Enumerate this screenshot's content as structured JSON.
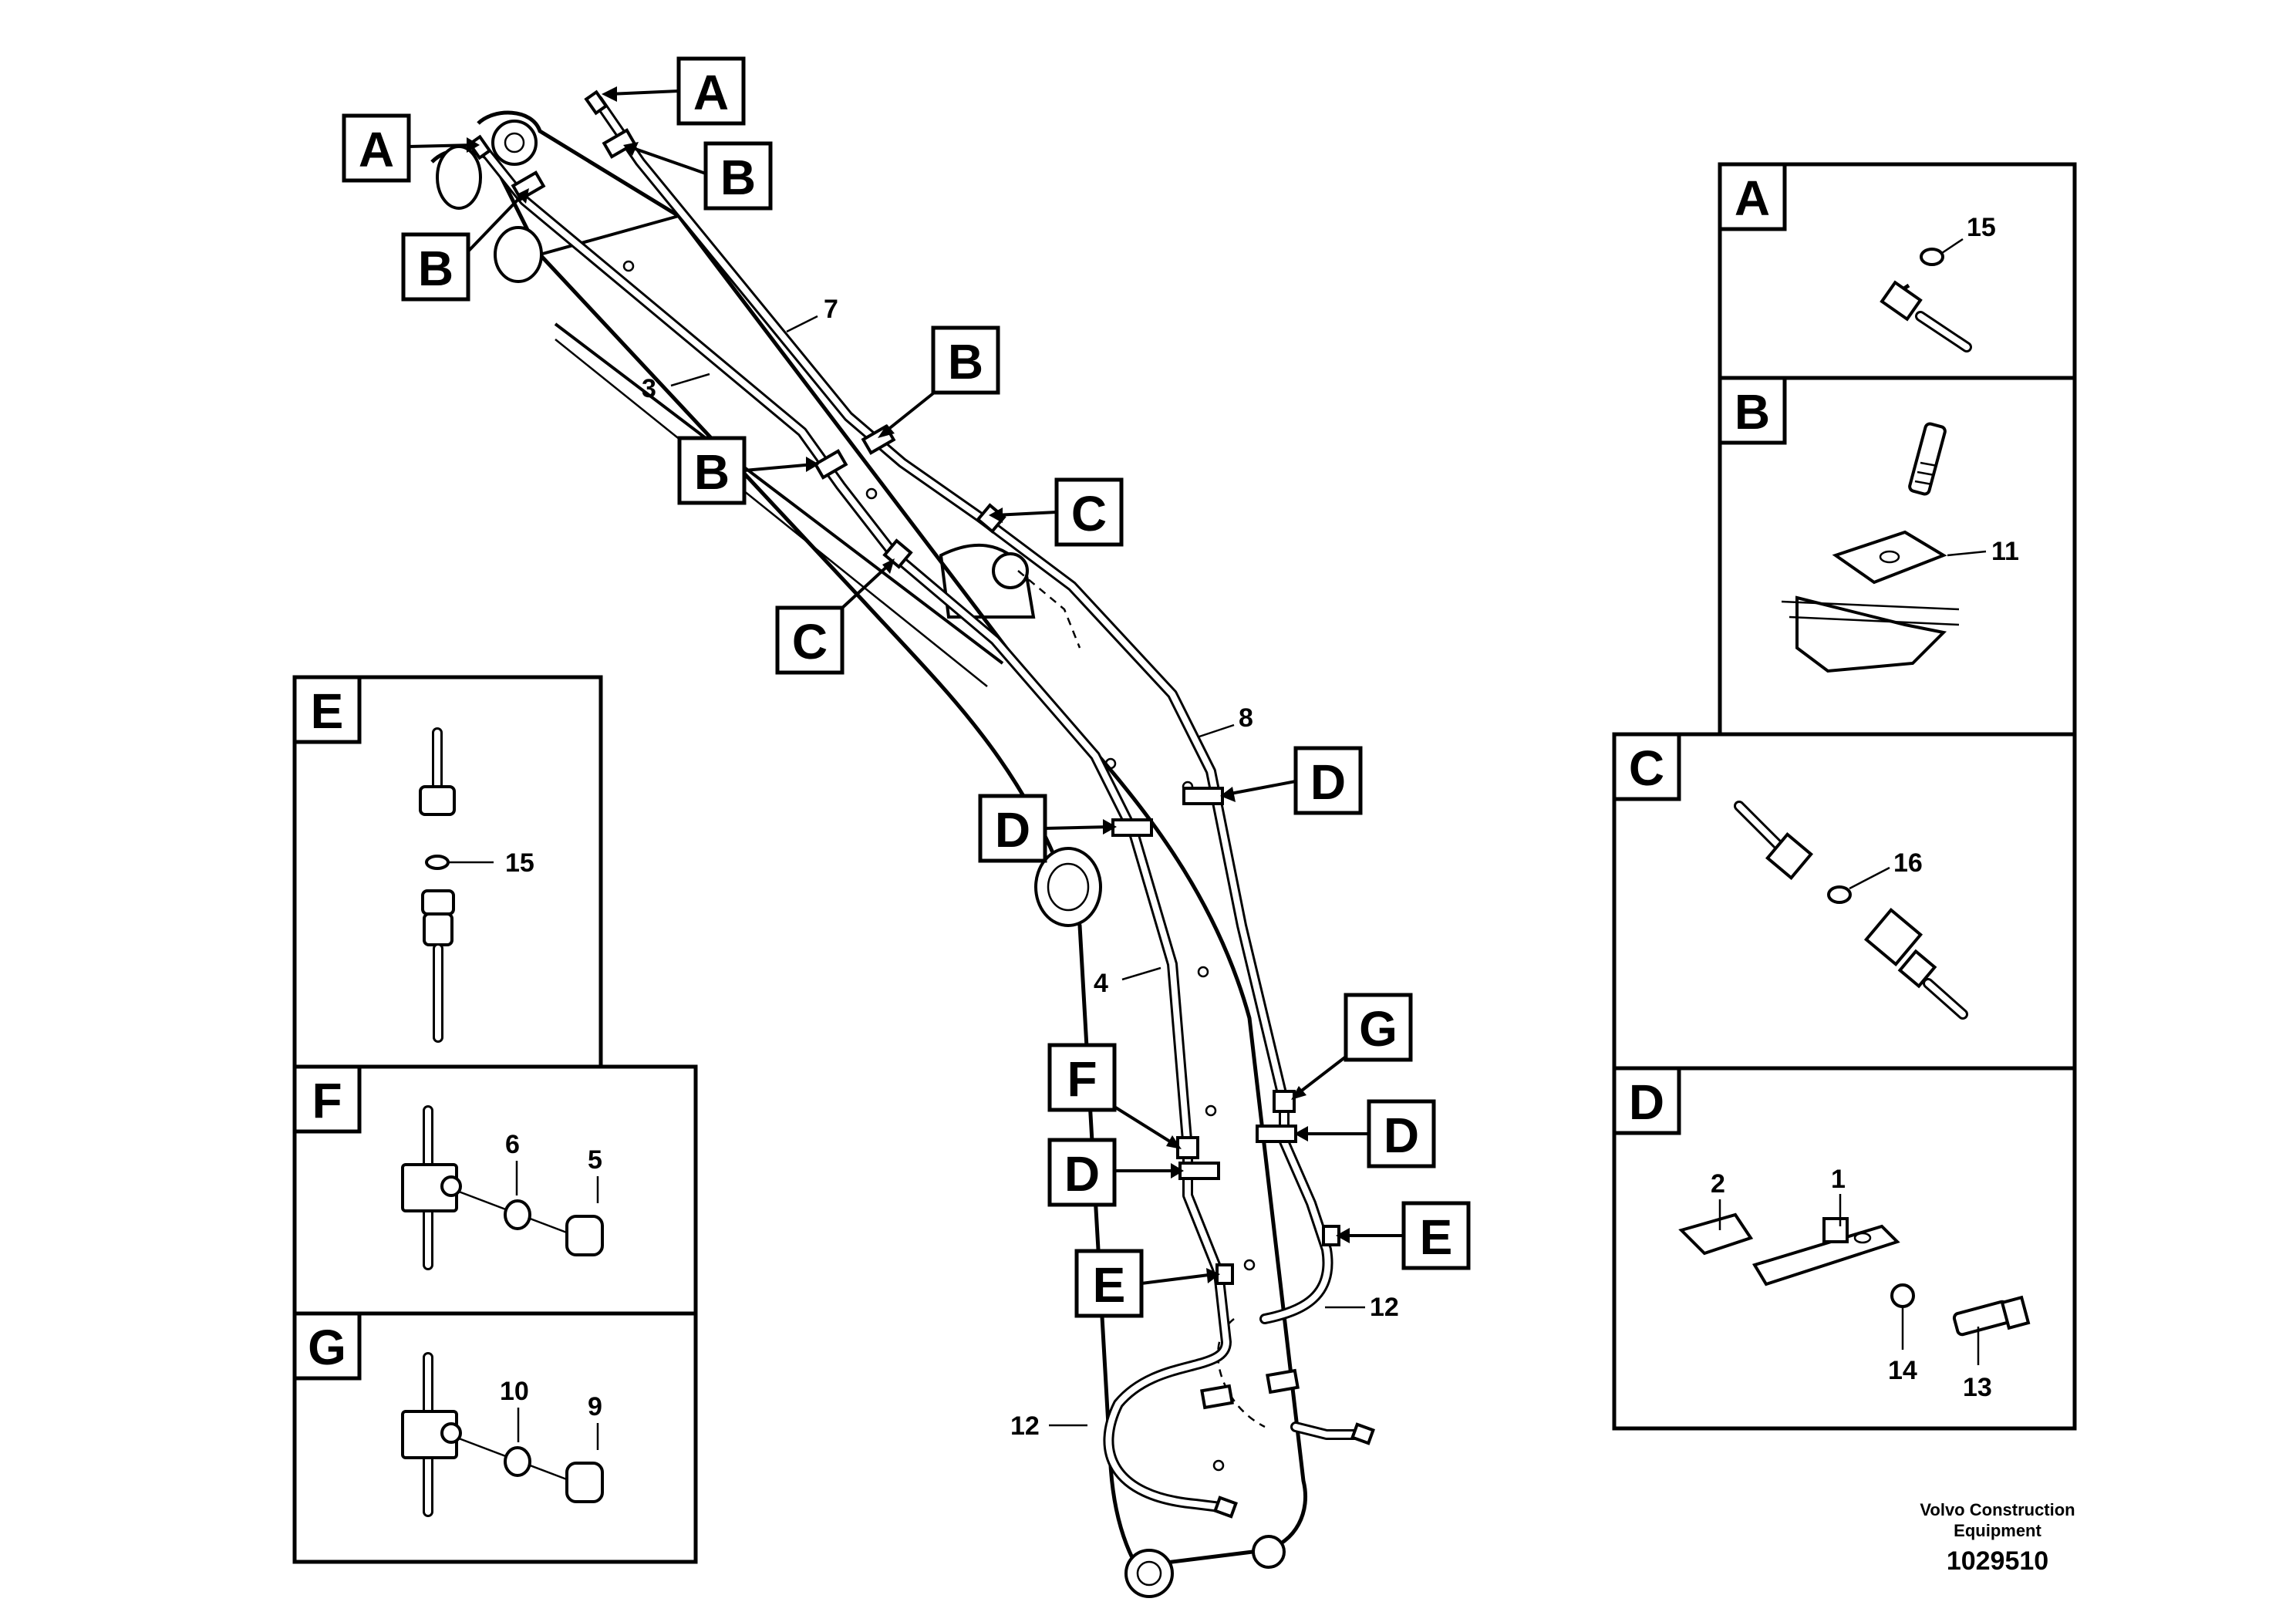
{
  "callouts": {
    "a_top": "A",
    "a_left": "A",
    "b_top_right": "B",
    "b_top_left": "B",
    "b_mid_right": "B",
    "b_mid_left": "B",
    "c_right": "C",
    "c_left": "C",
    "d_upper_right": "D",
    "d_upper_left": "D",
    "d_lower_right": "D",
    "d_lower_left": "D",
    "e_right": "E",
    "e_left": "E",
    "f": "F",
    "g": "G"
  },
  "item_numbers": {
    "n7": "7",
    "n3": "3",
    "n8": "8",
    "n4": "4",
    "n12_right": "12",
    "n12_left": "12"
  },
  "panels": {
    "a": {
      "letter": "A",
      "labels": [
        "15"
      ]
    },
    "b": {
      "letter": "B",
      "labels": [
        "11"
      ]
    },
    "c": {
      "letter": "C",
      "labels": [
        "16"
      ]
    },
    "d": {
      "letter": "D",
      "labels": [
        "2",
        "1",
        "14",
        "13"
      ]
    },
    "e": {
      "letter": "E",
      "labels": [
        "15"
      ]
    },
    "f": {
      "letter": "F",
      "labels": [
        "6",
        "5"
      ]
    },
    "g": {
      "letter": "G",
      "labels": [
        "10",
        "9"
      ]
    }
  },
  "footer": {
    "company_line1": "Volvo Construction",
    "company_line2": "Equipment",
    "drawing_number": "1029510"
  }
}
